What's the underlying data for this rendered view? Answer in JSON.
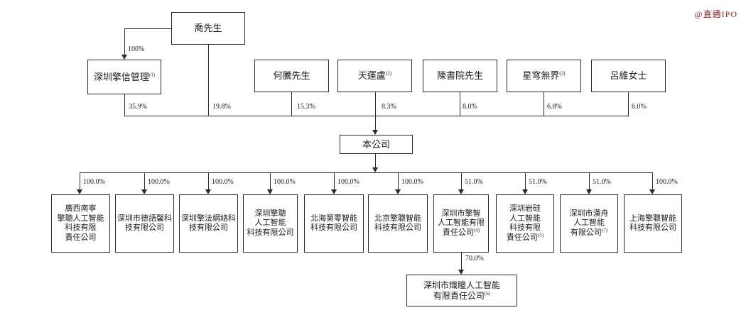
{
  "watermark": {
    "text": "@直通IPO",
    "color": "#8a2626"
  },
  "structure": {
    "founder": {
      "name": "喬先生",
      "direct_pct": "19.8%"
    },
    "holding": {
      "name": "深圳擎信管理",
      "sup": "(1)",
      "owned_by_founder_pct": "100%",
      "company_pct": "35.9%"
    },
    "shareholders": [
      {
        "name": "何騰先生",
        "sup": "",
        "pct": "15.3%"
      },
      {
        "name": "天運盧",
        "sup": "(2)",
        "pct": "8.3%"
      },
      {
        "name": "陳書院先生",
        "sup": "",
        "pct": "8.0%"
      },
      {
        "name": "星穹無界",
        "sup": "(3)",
        "pct": "6.8%"
      },
      {
        "name": "呂維女士",
        "sup": "",
        "pct": "6.0%"
      }
    ],
    "company": {
      "name": "本公司"
    },
    "subsidiaries": [
      {
        "lines": [
          "廣西南寧",
          "擎聰人工智能",
          "科技有限",
          "責任公司"
        ],
        "sup": "",
        "pct": "100.0%"
      },
      {
        "lines": [
          "深圳市德語馨科",
          "技有限公司"
        ],
        "sup": "",
        "pct": "100.0%"
      },
      {
        "lines": [
          "深圳擎法網絡科",
          "技有限公司"
        ],
        "sup": "",
        "pct": "100.0%"
      },
      {
        "lines": [
          "深圳擎聰",
          "人工智能",
          "科技有限公司"
        ],
        "sup": "",
        "pct": "100.0%"
      },
      {
        "lines": [
          "北海第零智能",
          "科技有限公司"
        ],
        "sup": "",
        "pct": "100.0%"
      },
      {
        "lines": [
          "北京擎聰智能",
          "科技有限公司"
        ],
        "sup": "",
        "pct": "100.0%"
      },
      {
        "lines": [
          "深圳市擎智",
          "人工智能有限",
          "責任公司"
        ],
        "sup": "(4)",
        "pct": "51.0%"
      },
      {
        "lines": [
          "深圳岩硅",
          "人工智能",
          "科技有限",
          "責任公司"
        ],
        "sup": "(5)",
        "pct": "51.0%"
      },
      {
        "lines": [
          "深圳市漢舟",
          "人工智能",
          "有限公司"
        ],
        "sup": "(7)",
        "pct": "51.0%"
      },
      {
        "lines": [
          "上海擎聰智能",
          "科技有限公司"
        ],
        "sup": "",
        "pct": "100.0%"
      }
    ],
    "sub_subsidiary": {
      "line1": "深圳市熾瞳人工智能",
      "line2": "有限責任公司",
      "sup": "(6)",
      "pct": "70.0%"
    }
  }
}
